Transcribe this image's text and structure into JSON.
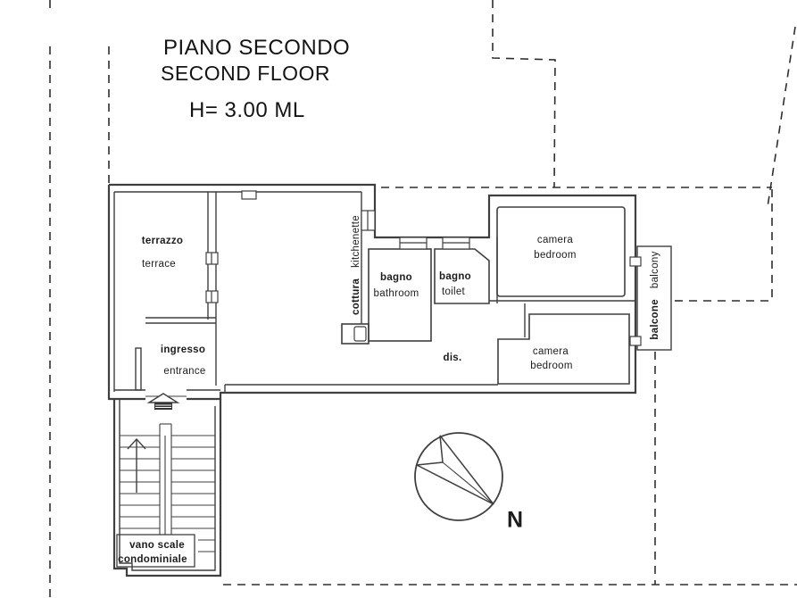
{
  "title": {
    "line1": "PIANO SECONDO",
    "line2": "SECOND FLOOR",
    "height_note": "H= 3.00 ML"
  },
  "rooms": {
    "terrace": {
      "it": "terrazzo",
      "en": "terrace"
    },
    "entrance": {
      "it": "ingresso",
      "en": "entrance"
    },
    "kitchenette": {
      "it": "cottura",
      "en": "kitchenette"
    },
    "bathroom": {
      "it": "bagno",
      "en": "bathroom"
    },
    "toilet": {
      "it": "bagno",
      "en": "toilet"
    },
    "bedroom_top": {
      "it": "camera",
      "en": "bedroom"
    },
    "bedroom_bottom": {
      "it": "camera",
      "en": "bedroom"
    },
    "hallway": {
      "it": "dis."
    },
    "balcony": {
      "it": "balcone",
      "en": "balcony"
    },
    "stairwell": {
      "line1": "vano scale",
      "line2": "condominiale"
    }
  },
  "compass": {
    "north": "N"
  },
  "colors": {
    "wall": "#3f3f3f",
    "dashed": "#2e2e2e",
    "text": "#1c1c1c",
    "background": "#ffffff"
  }
}
